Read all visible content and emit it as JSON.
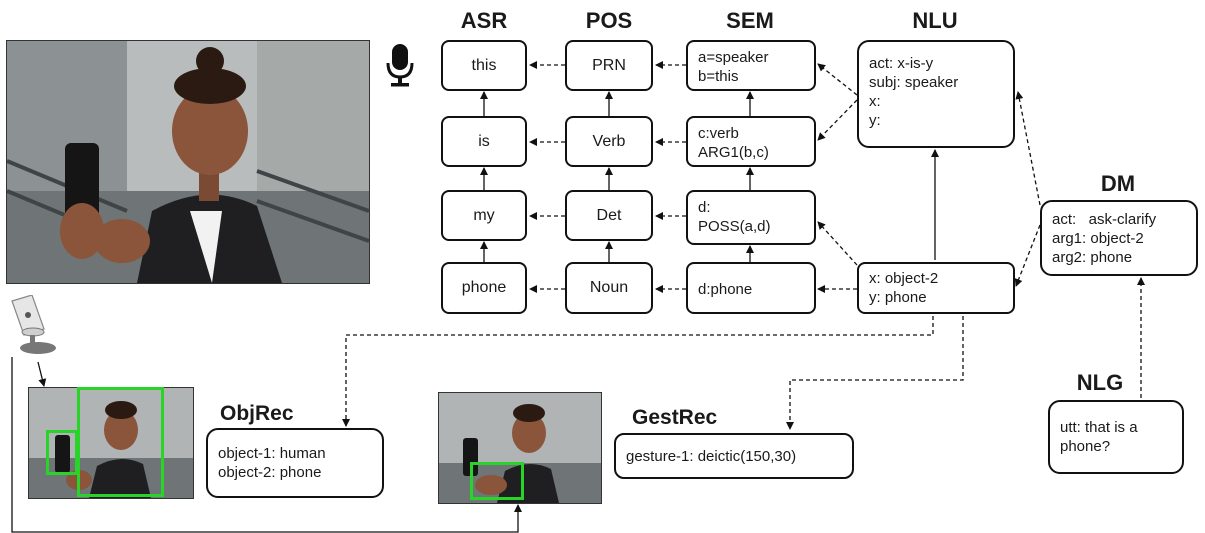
{
  "headers": {
    "asr": "ASR",
    "pos": "POS",
    "sem": "SEM",
    "nlu": "NLU",
    "dm": "DM",
    "nlg": "NLG",
    "objrec": "ObjRec",
    "gestrec": "GestRec"
  },
  "asr": [
    "this",
    "is",
    "my",
    "phone"
  ],
  "pos": [
    "PRN",
    "Verb",
    "Det",
    "Noun"
  ],
  "sem": [
    "a=speaker\nb=this",
    "c:verb\nARG1(b,c)",
    "d:\nPOSS(a,d)",
    "d:phone"
  ],
  "nlu_top": "act: x-is-y\nsubj: speaker\nx:\ny:",
  "nlu_bottom": "x: object-2\ny: phone",
  "dm": "act:   ask-clarify\narg1: object-2\narg2: phone",
  "nlg": "utt: that is a\nphone?",
  "objrec": "object-1: human\nobject-2: phone",
  "gestrec": "gesture-1: deictic(150,30)",
  "icons": [
    "microphone-icon",
    "security-camera-icon"
  ],
  "colors": {
    "detection_box": "#27d427",
    "border": "#111111"
  }
}
